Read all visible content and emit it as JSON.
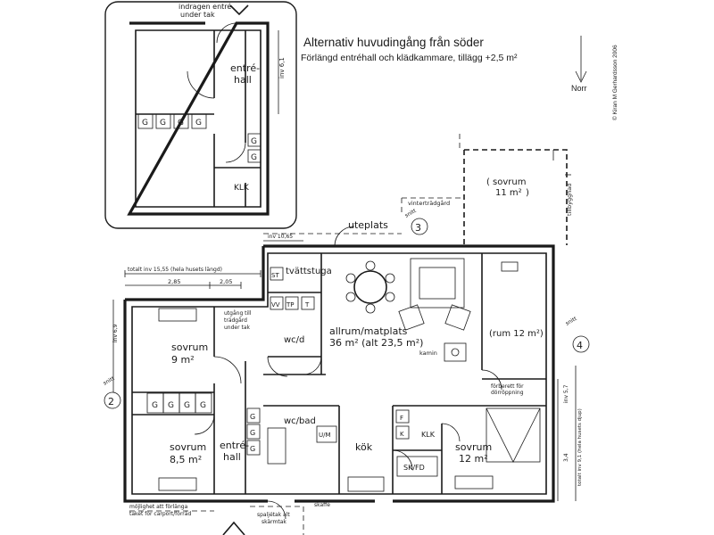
{
  "header": {
    "title": "Alternativ huvudingång från söder",
    "subtitle": "Förlängd entréhall och klädkammare, tillägg +2,5 m²"
  },
  "credit": "© Kiran M Gerhardsson 2006",
  "compass": {
    "label": "Norr"
  },
  "inset": {
    "labels": {
      "recessed_entry": "indragen entré",
      "under_roof": "under tak",
      "entry_hall_a": "entré-",
      "entry_hall_b": "hall",
      "inv": "inv 6,1",
      "klk": "KLK",
      "g": "G"
    }
  },
  "sections": {
    "s2": {
      "num": "2",
      "tag": "snitt"
    },
    "s3": {
      "num": "3",
      "tag": "snitt"
    },
    "s4": {
      "num": "4",
      "tag": "snitt"
    }
  },
  "dimensions": {
    "total_inv": "totalt inv 15,55 (hela husets längd)",
    "left_width": "2,85",
    "mid_width": "2,05",
    "inv_69": "inv 6,9",
    "inv_1065": "inv 10,65",
    "right_34": "3,4",
    "right_57": "inv 5,7",
    "total_right": "totalt inv 9,1 (hela husets djup)"
  },
  "rooms": {
    "sovrum_top": {
      "name": "sovrum",
      "area": "11 m²",
      "paren_open": "(",
      "paren_close": ")"
    },
    "sovrum_left": {
      "name": "sovrum",
      "area": "9 m²"
    },
    "sovrum_bottom_left": {
      "name": "sovrum",
      "area": "8,5 m²"
    },
    "sovrum_right": {
      "name": "sovrum",
      "area": "12 m²"
    },
    "allrum": {
      "name": "allrum/matplats",
      "area": "36 m² (alt 23,5 m²)"
    },
    "rum": {
      "name": "(rum 12 m²)"
    },
    "entrehall": {
      "line1": "entré-",
      "line2": "hall"
    },
    "tvattstuga": "tvättstuga",
    "wcd": "wc/d",
    "wcbad": "wc/bad",
    "kok": "kök",
    "uteplats": "uteplats"
  },
  "annotations": {
    "vintertradgard": "vinterträdgård",
    "tillbyggnad": "tillbyggnad",
    "utgang_1": "utgång till",
    "utgang_2": "trädgård",
    "utgang_3": "under tak",
    "kamin": "kamin",
    "forberett_1": "förberett för",
    "forberett_2": "dörröppning",
    "mojlighet_1": "möjlighet att förlänga",
    "mojlighet_2": "taket för carport/förråd",
    "spaljetak_1": "spaljétak alt",
    "spaljetak_2": "skärmtak",
    "skaffe": "skaffe",
    "st": "ST",
    "vv": "VV",
    "tp": "TP",
    "t": "T",
    "um": "U/M",
    "klk": "KLK",
    "skfd": "SK/FD",
    "f": "F",
    "k": "K",
    "g": "G"
  }
}
